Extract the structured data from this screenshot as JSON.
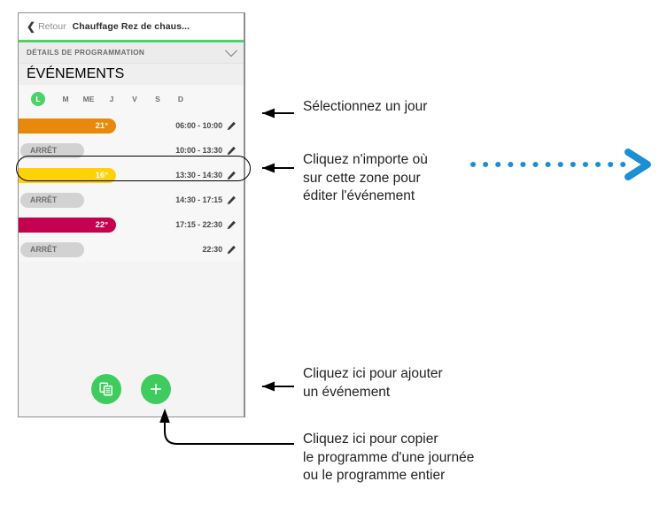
{
  "phone": {
    "nav": {
      "back_icon": "chevron-left-icon",
      "back_label": "Retour",
      "title": "Chauffage Rez de chaus..."
    },
    "sections": [
      {
        "label": "DÉTAILS DE PROGRAMMATION",
        "icon": "chevron-down-icon"
      },
      {
        "label": "ÉVÉNEMENTS"
      }
    ],
    "days": [
      {
        "label": "L",
        "selected": true
      },
      {
        "label": "M",
        "selected": false
      },
      {
        "label": "ME",
        "selected": false
      },
      {
        "label": "J",
        "selected": false
      },
      {
        "label": "V",
        "selected": false
      },
      {
        "label": "S",
        "selected": false
      },
      {
        "label": "D",
        "selected": false
      }
    ],
    "events": [
      {
        "label": "21°",
        "type": "temp",
        "color": "#E8890C",
        "time": "06:00 - 10:00",
        "edit_icon": "pencil-icon",
        "highlighted": false
      },
      {
        "label": "ARRÊT",
        "type": "off",
        "color": "#D2D2D2",
        "time": "10:00 - 13:30",
        "edit_icon": "pencil-icon",
        "highlighted": true
      },
      {
        "label": "16°",
        "type": "temp",
        "color": "#FDD208",
        "time": "13:30 - 14:30",
        "edit_icon": "pencil-icon",
        "highlighted": false
      },
      {
        "label": "ARRÊT",
        "type": "off",
        "color": "#D2D2D2",
        "time": "14:30 - 17:15",
        "edit_icon": "pencil-icon",
        "highlighted": false
      },
      {
        "label": "22°",
        "type": "temp",
        "color": "#C4004F",
        "time": "17:15 - 22:30",
        "edit_icon": "pencil-icon",
        "highlighted": false
      },
      {
        "label": "ARRÊT",
        "type": "off",
        "color": "#D2D2D2",
        "time": "22:30",
        "edit_icon": "pencil-icon",
        "highlighted": false
      }
    ],
    "fabs": [
      {
        "name": "copy-button",
        "icon": "copy-documents-icon",
        "color": "#3ECC5F"
      },
      {
        "name": "add-button",
        "icon": "plus-icon",
        "color": "#3ECC5F"
      }
    ],
    "accent_green": "#4ED06A"
  },
  "annotations": {
    "select_day": "Sélectionnez un jour",
    "edit_event": "Cliquez n'importe où\nsur cette zone pour\néditer l'événement",
    "add_event": "Cliquez ici pour ajouter\nun événement",
    "copy_program": "Cliquez ici pour copier\nle programme d'une journée\nou le programme entier",
    "dotted_arrow_color": "#1B8FD4",
    "callout_color": "#000000"
  }
}
